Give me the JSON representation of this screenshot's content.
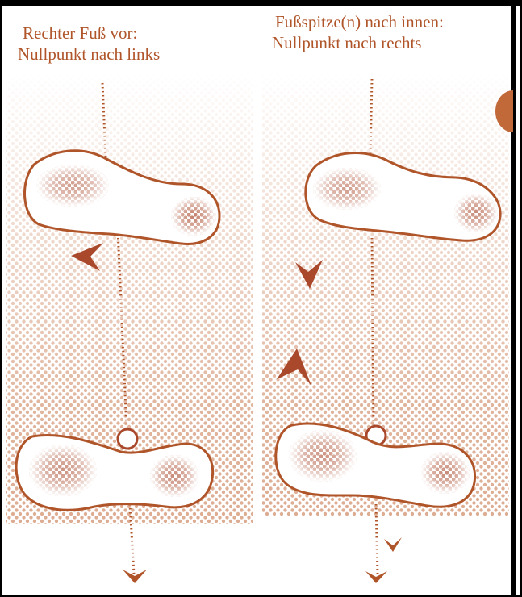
{
  "panels": {
    "left": {
      "line1": "Rechter Fuß vor:",
      "line2": "Nullpunkt nach links"
    },
    "right": {
      "line1": "Fußspitze(n) nach innen:",
      "line2": "Nullpunkt nach rechts"
    }
  },
  "colors": {
    "ink": "#b0552a",
    "dot": "#c2693a",
    "frame": "#000000",
    "paper": "#ffffff"
  }
}
